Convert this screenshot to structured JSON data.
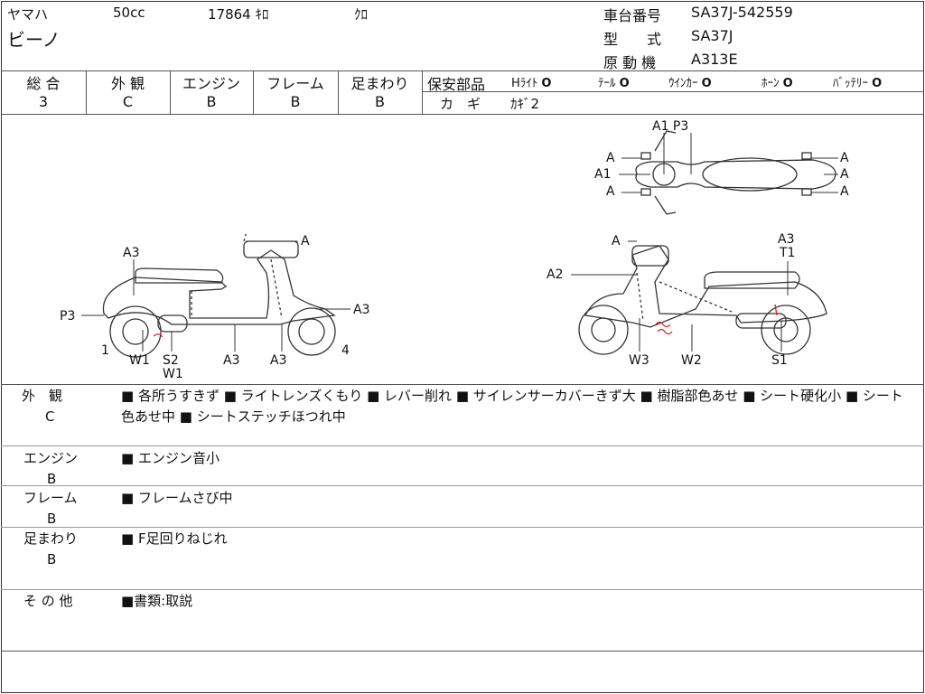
{
  "header": {
    "maker": "ヤマハ",
    "displacement": "50cc",
    "mileage": "17864 ｷﾛ",
    "color": "ｸﾛ",
    "model_name": "ビーノ",
    "frame_no_label": "車台番号",
    "frame_no": "SA37J-542559",
    "type_label": "型　　式",
    "type": "SA37J",
    "engine_label": "原 動 機",
    "engine": "A313E"
  },
  "grades": [
    {
      "label": "総 合",
      "value": "3"
    },
    {
      "label": "外 観",
      "value": "C"
    },
    {
      "label": "エンジン",
      "value": "B"
    },
    {
      "label": "フレーム",
      "value": "B"
    },
    {
      "label": "足まわり",
      "value": "B"
    }
  ],
  "safety": {
    "label": "保安部品",
    "items": [
      {
        "name": "Hﾗｲﾄ",
        "mark": "O"
      },
      {
        "name": "ﾃｰﾙ",
        "mark": "O"
      },
      {
        "name": "ｳｲﾝｶｰ",
        "mark": "O"
      },
      {
        "name": "ﾎｰﾝ",
        "mark": "O"
      },
      {
        "name": "ﾊﾞｯﾃﾘｰ",
        "mark": "O"
      }
    ],
    "key_label": "カ　ギ",
    "key_value": "ｶｷﾞ2"
  },
  "diagram": {
    "left": [
      "A3",
      "A",
      "P3",
      "A3",
      "1",
      "W1",
      "S2",
      "W1",
      "A3",
      "A3",
      "4"
    ],
    "right": [
      "A",
      "A2",
      "A3",
      "T1",
      "W3",
      "W2",
      "S1"
    ],
    "top": [
      "A1 P3",
      "A",
      "A1",
      "A",
      "A",
      "A",
      "A"
    ]
  },
  "comments": [
    {
      "category": "外　観",
      "grade": "C",
      "text": "■ 各所うすきず ■ ライトレンズくもり ■ レバー削れ ■ サイレンサーカバーきず大 ■ 樹脂部色あせ ■ シート硬化小 ■ シート色あせ中 ■ シートステッチほつれ中"
    },
    {
      "category": "エンジン",
      "grade": "B",
      "text": "■ エンジン音小"
    },
    {
      "category": "フレーム",
      "grade": "B",
      "text": "■ フレームさび中"
    },
    {
      "category": "足まわり",
      "grade": "B",
      "text": "■ F足回りねじれ"
    },
    {
      "category": "そ の 他",
      "grade": "",
      "text": "■書類:取説"
    }
  ]
}
